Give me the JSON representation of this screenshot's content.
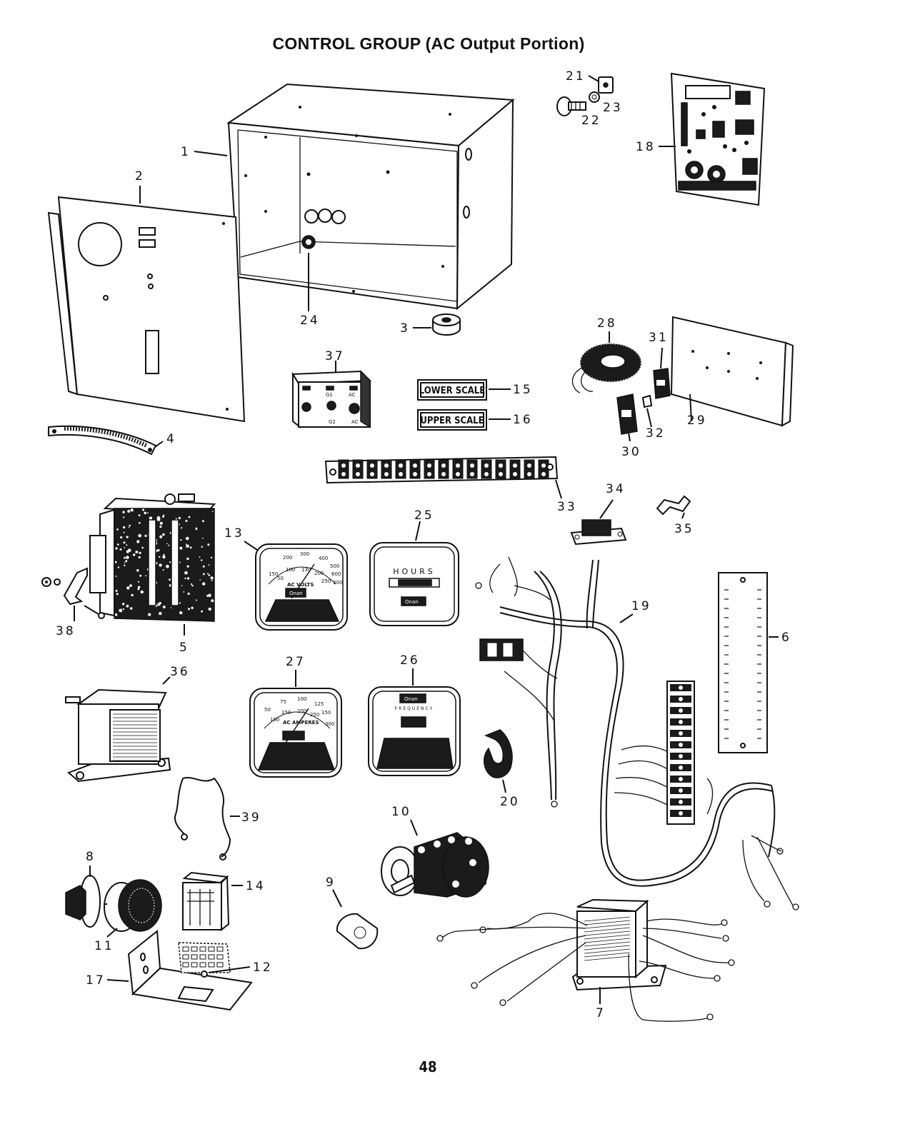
{
  "title": "CONTROL GROUP (AC Output Portion)",
  "page_number": "48",
  "labels": {
    "lower_scale": "LOWER SCALE",
    "upper_scale": "UPPER SCALE",
    "ac_volts": "AC VOLTS",
    "ac_amperes": "AC AMPERES",
    "hours": "HOURS",
    "frequency": "FREQUENCY",
    "onan": "Onan"
  },
  "callouts": [
    {
      "id": "1",
      "text": "1"
    },
    {
      "id": "2",
      "text": "2"
    },
    {
      "id": "3",
      "text": "3"
    },
    {
      "id": "4",
      "text": "4"
    },
    {
      "id": "5",
      "text": "5"
    },
    {
      "id": "6",
      "text": "6"
    },
    {
      "id": "7",
      "text": "7"
    },
    {
      "id": "8",
      "text": "8"
    },
    {
      "id": "9",
      "text": "9"
    },
    {
      "id": "10",
      "text": "10"
    },
    {
      "id": "11",
      "text": "11"
    },
    {
      "id": "12",
      "text": "12"
    },
    {
      "id": "13",
      "text": "13"
    },
    {
      "id": "14",
      "text": "14"
    },
    {
      "id": "15",
      "text": "15"
    },
    {
      "id": "16",
      "text": "16"
    },
    {
      "id": "17",
      "text": "17"
    },
    {
      "id": "18",
      "text": "18"
    },
    {
      "id": "19",
      "text": "19"
    },
    {
      "id": "20",
      "text": "20"
    },
    {
      "id": "21",
      "text": "21"
    },
    {
      "id": "22",
      "text": "22"
    },
    {
      "id": "23",
      "text": "23"
    },
    {
      "id": "24",
      "text": "24"
    },
    {
      "id": "25",
      "text": "25"
    },
    {
      "id": "26",
      "text": "26"
    },
    {
      "id": "27",
      "text": "27"
    },
    {
      "id": "28",
      "text": "28"
    },
    {
      "id": "29",
      "text": "29"
    },
    {
      "id": "30",
      "text": "30"
    },
    {
      "id": "31",
      "text": "31"
    },
    {
      "id": "32",
      "text": "32"
    },
    {
      "id": "33",
      "text": "33"
    },
    {
      "id": "34",
      "text": "34"
    },
    {
      "id": "35",
      "text": "35"
    },
    {
      "id": "36",
      "text": "36"
    },
    {
      "id": "37",
      "text": "37"
    },
    {
      "id": "38",
      "text": "38"
    },
    {
      "id": "39",
      "text": "39"
    }
  ]
}
